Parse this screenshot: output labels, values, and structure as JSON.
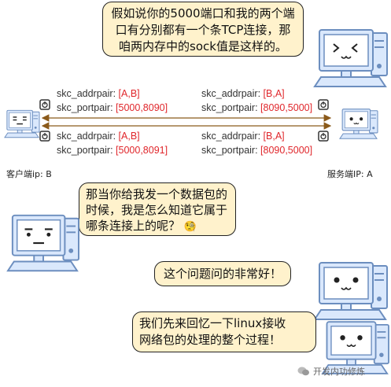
{
  "bubbles": {
    "top_line1": "假如说你的5000端口和我的两个端",
    "top_line2": "口有分别都有一个条TCP连接，那",
    "top_line3": "咱两内存中的sock值是这样的。",
    "question_line1": "那当你给我发一个数据包的",
    "question_line2": "时候，我是怎么知道它属于",
    "question_line3": "哪条连接上的呢？",
    "question_emoji": "🧐",
    "good": "这个问题问的非常好！",
    "recall_line1": "我们先来回忆一下linux接收",
    "recall_line2": "网络包的处理的整个过程！"
  },
  "connections": [
    {
      "left_addrpair_key": "skc_addrpair:",
      "left_addrpair_val": "[A,B]",
      "left_portpair_key": "skc_portpair:",
      "left_portpair_val": "[5000,8090]",
      "right_addrpair_key": "skc_addrpair:",
      "right_addrpair_val": "[B,A]",
      "right_portpair_key": "skc_portpair:",
      "right_portpair_val": "[8090,5000]"
    },
    {
      "left_addrpair_key": "skc_addrpair:",
      "left_addrpair_val": "[A,B]",
      "left_portpair_key": "skc_portpair:",
      "left_portpair_val": "[5000,8091]",
      "right_addrpair_key": "skc_addrpair:",
      "right_addrpair_val": "[B,A]",
      "right_portpair_key": "skc_portpair:",
      "right_portpair_val": "[8090,5000]"
    }
  ],
  "labels": {
    "client": "客户端ip: B",
    "server": "服务端IP: A"
  },
  "watermark": "开发内功修炼",
  "colors": {
    "bubble_fill": "#fff2cc",
    "monitor_fill": "#dae8fc",
    "monitor_stroke": "#6c8ebf",
    "arrow": "#8b5a1a",
    "value_red": "#e0262b"
  },
  "icons": [
    "computer-icon",
    "socket-icon",
    "face-icon",
    "wechat-icon"
  ]
}
